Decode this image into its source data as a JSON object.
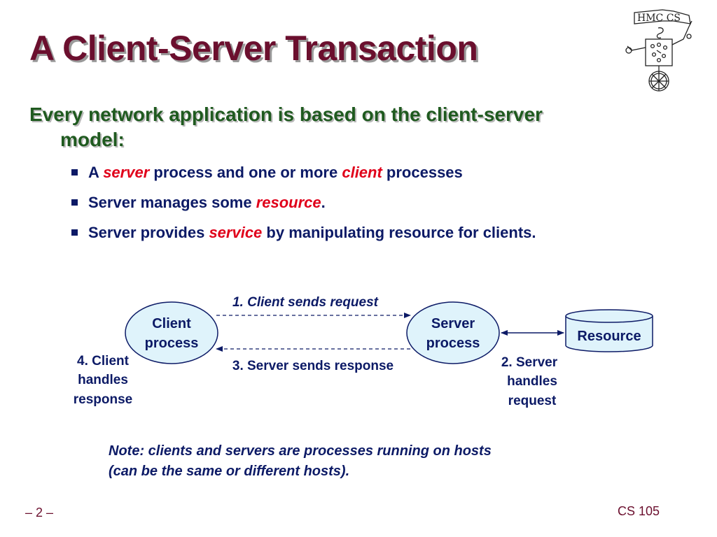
{
  "slide": {
    "title": "A Client-Server Transaction",
    "main_point_line1": "Every network application is based on the client-server",
    "main_point_line2": "model:",
    "bullets": [
      {
        "pre": "A ",
        "em": "server",
        "post": " process and one or more ",
        "em2": "client",
        "post2": " processes"
      },
      {
        "pre": "Server manages some ",
        "em": "resource",
        "post": ".",
        "em2": "",
        "post2": ""
      },
      {
        "pre": "Server provides ",
        "em": "service",
        "post": " by manipulating resource for clients.",
        "em2": "",
        "post2": ""
      }
    ],
    "note_line1": "Note: clients and servers are processes running on hosts",
    "note_line2": "(can be the same or different hosts).",
    "page_number": "– 2 –",
    "course": "CS 105",
    "logo_text": "HMC CS"
  },
  "diagram": {
    "client": {
      "line1": "Client",
      "line2": "process"
    },
    "server": {
      "line1": "Server",
      "line2": "process"
    },
    "resource": "Resource",
    "step1": "1. Client sends request",
    "step2": {
      "line1": "2. Server",
      "line2": "handles",
      "line3": "request"
    },
    "step3": "3. Server sends response",
    "step4": {
      "line1": "4. Client",
      "line2": "handles",
      "line3": "response"
    }
  },
  "colors": {
    "title": "#6b0f2e",
    "heading": "#1f5a1f",
    "body_text": "#0c1a66",
    "emphasis": "#e0001a",
    "node_fill": "#dff3fb"
  },
  "icons": {
    "logo": "hmc-cs-robot-logo",
    "bullet": "square-bullet-icon"
  }
}
